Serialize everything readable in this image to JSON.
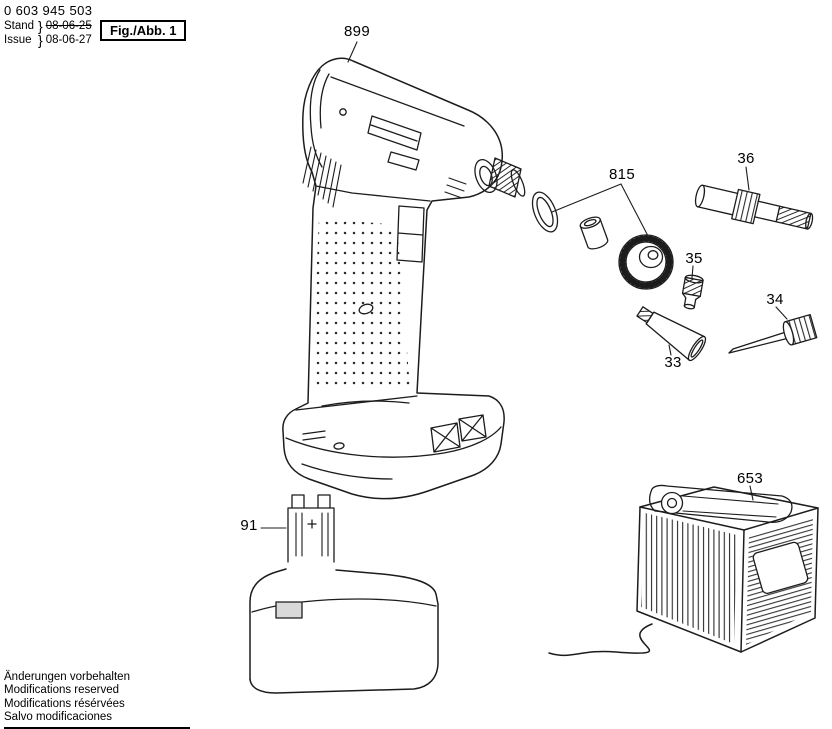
{
  "doc": {
    "part_number": "0 603 945 503",
    "stand_label": "Stand",
    "stand_date": "08-06-25",
    "issue_label": "Issue",
    "issue_date": "08-06-27",
    "brace": "}",
    "figure_label": "Fig./Abb. 1"
  },
  "part_labels": {
    "tool": "899",
    "seal_group": "815",
    "valve_adapter": "36",
    "nozzle_small": "35",
    "needle_adapter": "34",
    "cone_nozzle": "33",
    "battery": "91",
    "charger": "653"
  },
  "footer": {
    "lines": [
      "Änderungen vorbehalten",
      "Modifications reserved",
      "Modifications résérvées",
      "Salvo modificaciones"
    ]
  },
  "colors": {
    "ink": "#1c1c1c",
    "paper": "#ffffff"
  }
}
